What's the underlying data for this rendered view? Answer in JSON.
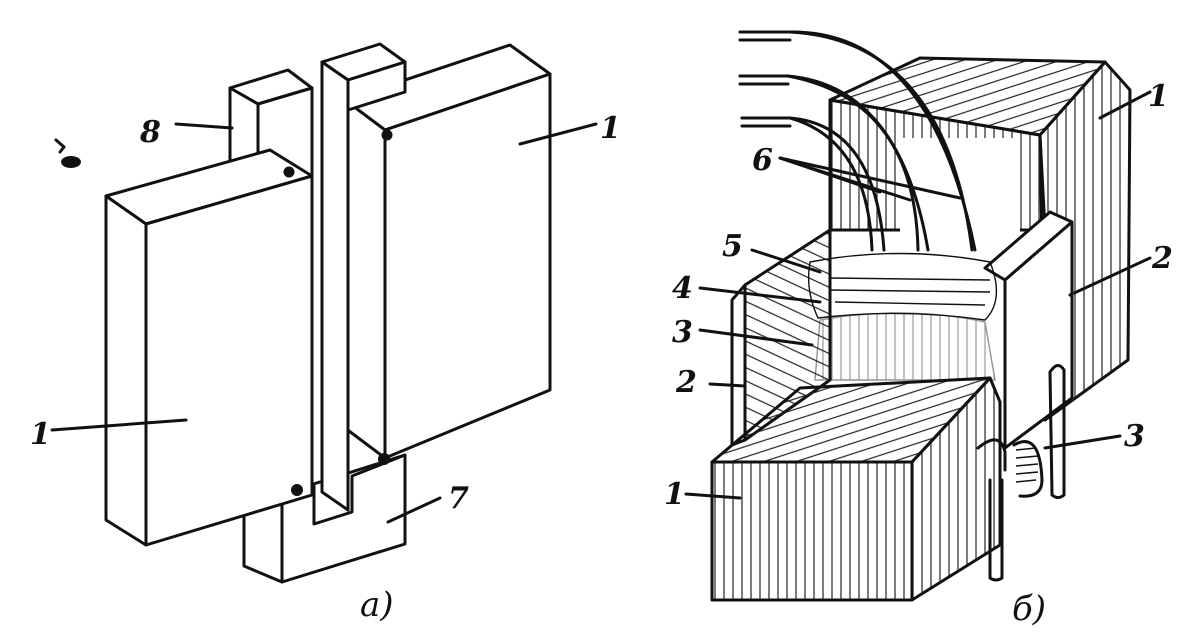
{
  "figure_a": {
    "caption": "а)",
    "labels": {
      "magnet_left": "1",
      "magnet_right": "1",
      "bar_8": "8",
      "bar_7": "7"
    }
  },
  "figure_b": {
    "caption": "б)",
    "labels": {
      "l1_top": "1",
      "l1_bottom": "1",
      "l2_left": "2",
      "l2_right": "2",
      "l3_left": "3",
      "l3_right": "3",
      "l4": "4",
      "l5": "5",
      "l6": "6"
    }
  }
}
